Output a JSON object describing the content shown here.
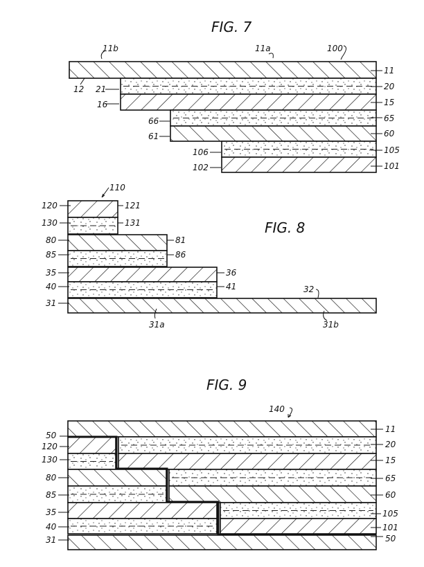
{
  "fig7": {
    "title": "FIG. 7",
    "labels": {
      "l11b": "11b",
      "l11a": "11a",
      "l100": "100",
      "l12": "12",
      "l21": "21",
      "l16": "16",
      "l66": "66",
      "l61": "61",
      "l106": "106",
      "l102": "102",
      "r11": "11",
      "r20": "20",
      "r15": "15",
      "r65": "65",
      "r60": "60",
      "r105": "105",
      "r101": "101"
    }
  },
  "fig8": {
    "title": "FIG. 8",
    "labels": {
      "l110": "110",
      "l120": "120",
      "l130": "130",
      "l80": "80",
      "l85": "85",
      "l35": "35",
      "l40": "40",
      "l31": "31",
      "r121": "121",
      "r131": "131",
      "r81": "81",
      "r86": "86",
      "r36": "36",
      "r41": "41",
      "l32": "32",
      "l31a": "31a",
      "l31b": "31b"
    }
  },
  "fig9": {
    "title": "FIG. 9",
    "labels": {
      "l140": "140",
      "l50": "50",
      "l120": "120",
      "l130": "130",
      "l80": "80",
      "l85": "85",
      "l35": "35",
      "l40": "40",
      "l31": "31",
      "r11": "11",
      "r20": "20",
      "r15": "15",
      "r65": "65",
      "r60": "60",
      "r105": "105",
      "r101": "101",
      "r50": "50"
    }
  }
}
